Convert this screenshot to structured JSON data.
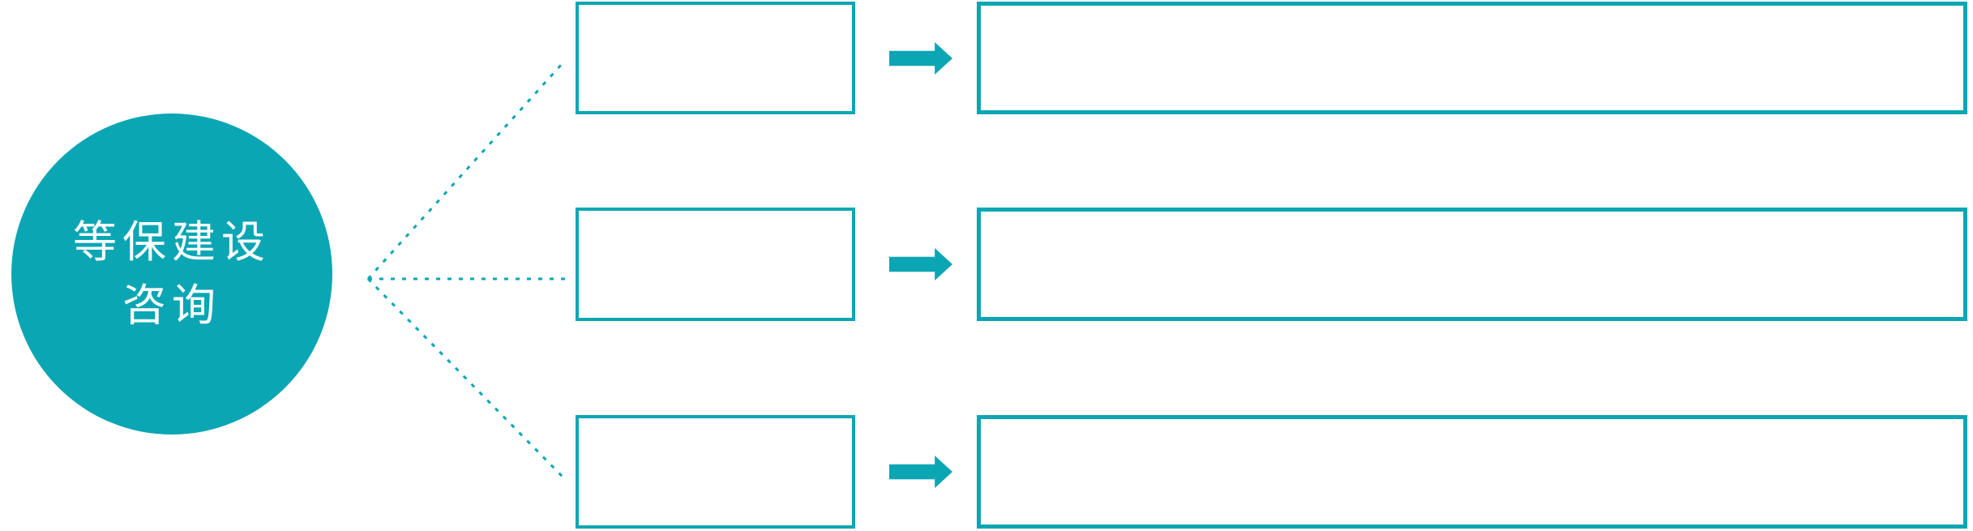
{
  "diagram": {
    "hub": {
      "line1": "等保建设",
      "line2": "咨询"
    },
    "colors": {
      "accent": "#0BA6B4",
      "background": "#FFFFFF",
      "hub_text": "#FFFFFF"
    },
    "icons": {
      "arrow": "right-block-arrow",
      "connector": "dotted-line"
    },
    "rows": [
      {
        "step_label": "",
        "detail_label": ""
      },
      {
        "step_label": "",
        "detail_label": ""
      },
      {
        "step_label": "",
        "detail_label": ""
      }
    ]
  }
}
